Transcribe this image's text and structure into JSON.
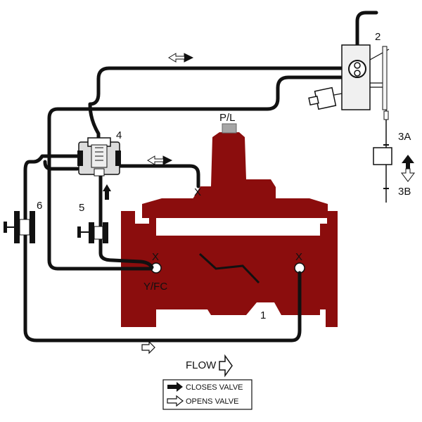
{
  "labels": {
    "n1": "1",
    "n2": "2",
    "n3a": "3A",
    "n3b": "3B",
    "n4": "4",
    "n5": "5",
    "n6": "6",
    "pl": "P/L",
    "yfc": "Y/FC",
    "x1": "X",
    "x2": "X",
    "x3": "X"
  },
  "flow_label": "FLOW",
  "legend": {
    "closes": "CLOSES VALVE",
    "opens": "OPENS VALVE"
  },
  "colors": {
    "valve_body": "#8b0d0d",
    "pipe": "#111111",
    "pilot_body": "#e6e6e6"
  },
  "icons": {
    "flow_arrow": "hollow-arrow-right-icon",
    "closes": "solid-arrow-right-icon",
    "opens": "hollow-arrow-right-icon"
  }
}
